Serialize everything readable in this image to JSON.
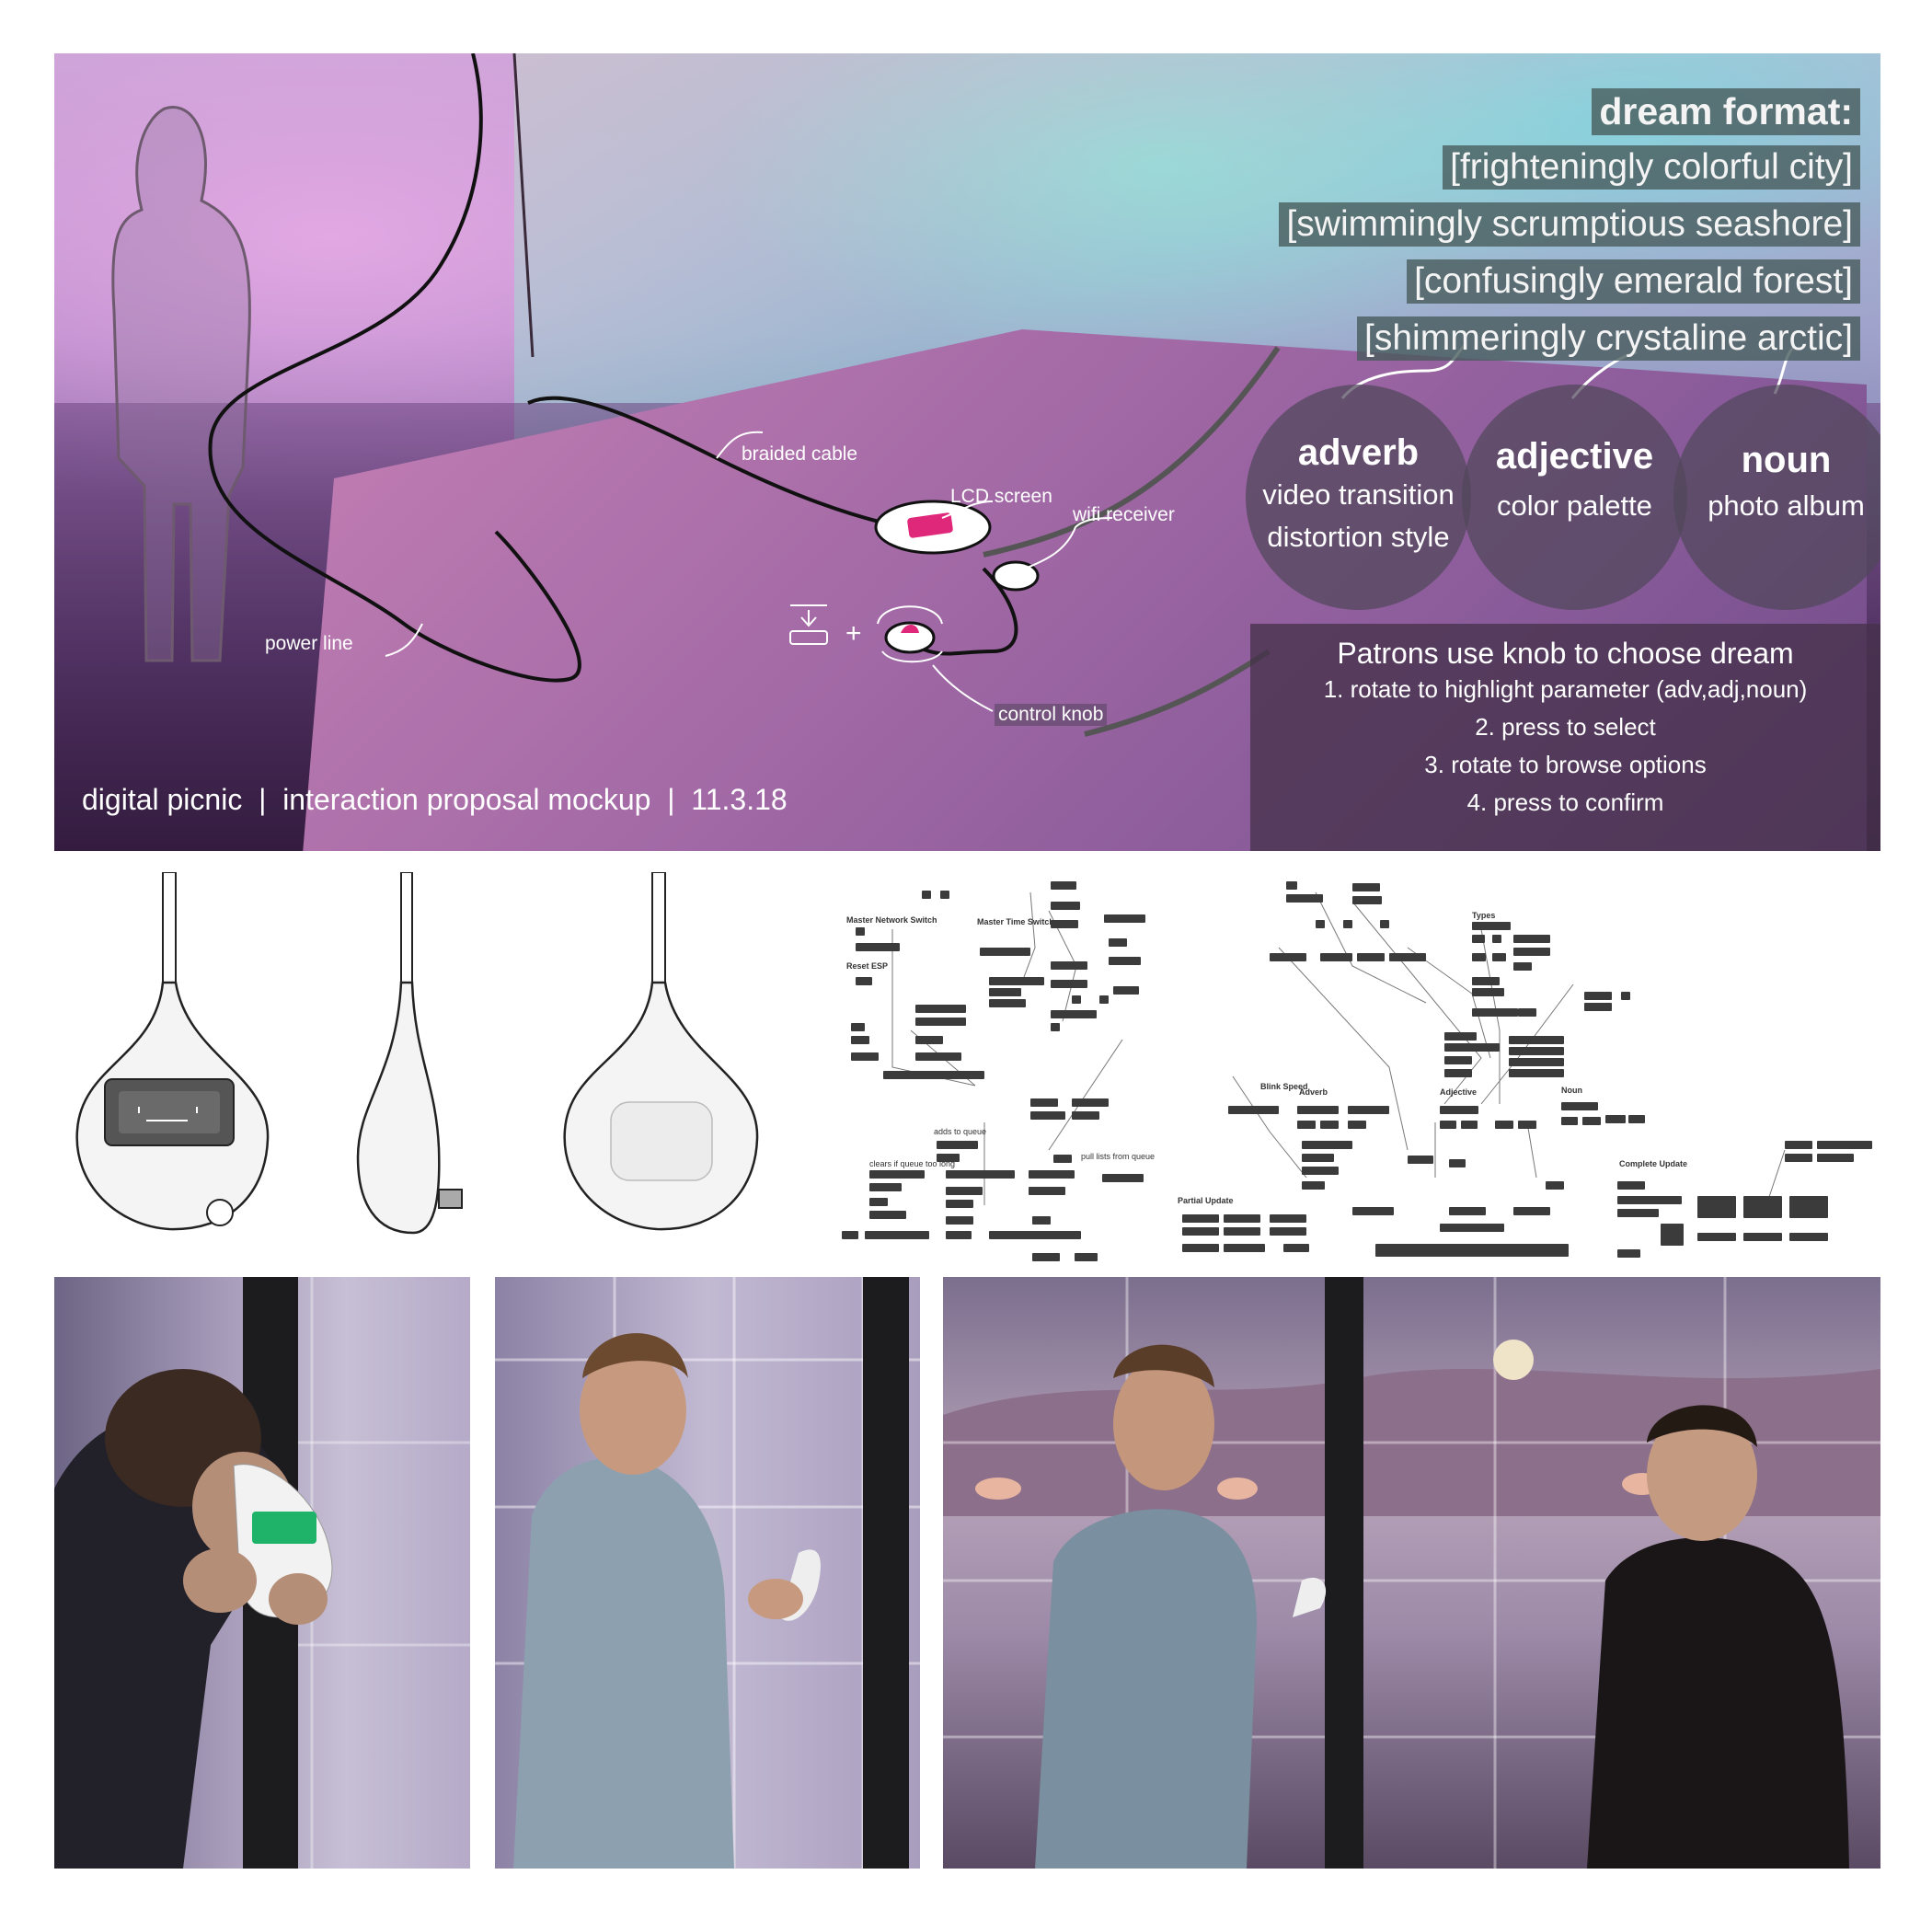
{
  "hero": {
    "callouts": {
      "braided_cable": "braided cable",
      "lcd_screen": "LCD screen",
      "wifi_receiver": "wifi receiver",
      "power_line": "power line",
      "control_knob": "control knob"
    },
    "dream_format": {
      "title": "dream format:",
      "examples": [
        "[frighteningly colorful city]",
        "[swimmingly scrumptious seashore]",
        "[confusingly emerald forest]",
        "[shimmeringly crystaline arctic]"
      ]
    },
    "parameters": [
      {
        "word": "adverb",
        "lines": [
          "video transition",
          "distortion style"
        ]
      },
      {
        "word": "adjective",
        "lines": [
          "color palette"
        ]
      },
      {
        "word": "noun",
        "lines": [
          "photo album"
        ]
      }
    ],
    "instructions": {
      "title": "Patrons use knob to choose dream",
      "steps": [
        "1. rotate to highlight parameter (adv,adj,noun)",
        "2. press to select",
        "3. rotate to browse options",
        "4. press to confirm"
      ]
    },
    "caption": "digital picnic  |  interaction proposal mockup  |  11.3.18"
  },
  "patch": {
    "labels": [
      "Master Network Switch",
      "Master Time Switch",
      "Reset ESP",
      "Types",
      "Blink Speed",
      "Adverb",
      "Adjective",
      "Noun",
      "Partial Update",
      "Complete Update",
      "adds to queue",
      "pull lists from queue",
      "clears if queue too long"
    ]
  },
  "colors": {
    "label_bg": "#46595a",
    "circle_bg": "#50465a",
    "panel_bg": "#46324b",
    "lcd": "#e0287a",
    "device_screen": "#1fb36a"
  }
}
